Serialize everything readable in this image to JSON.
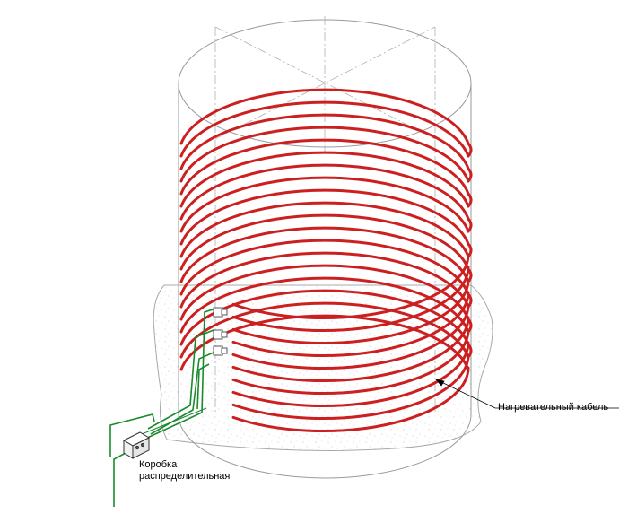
{
  "labels": {
    "heating_cable": "Нагревательный кабель",
    "junction_box_line1": "Коробка",
    "junction_box_line2": "распределительная"
  },
  "colors": {
    "cable": "#cc1f1f",
    "wire": "#1a8a2e",
    "outline": "#9a9a9a",
    "foundation_dots": "#c8c8c8"
  }
}
